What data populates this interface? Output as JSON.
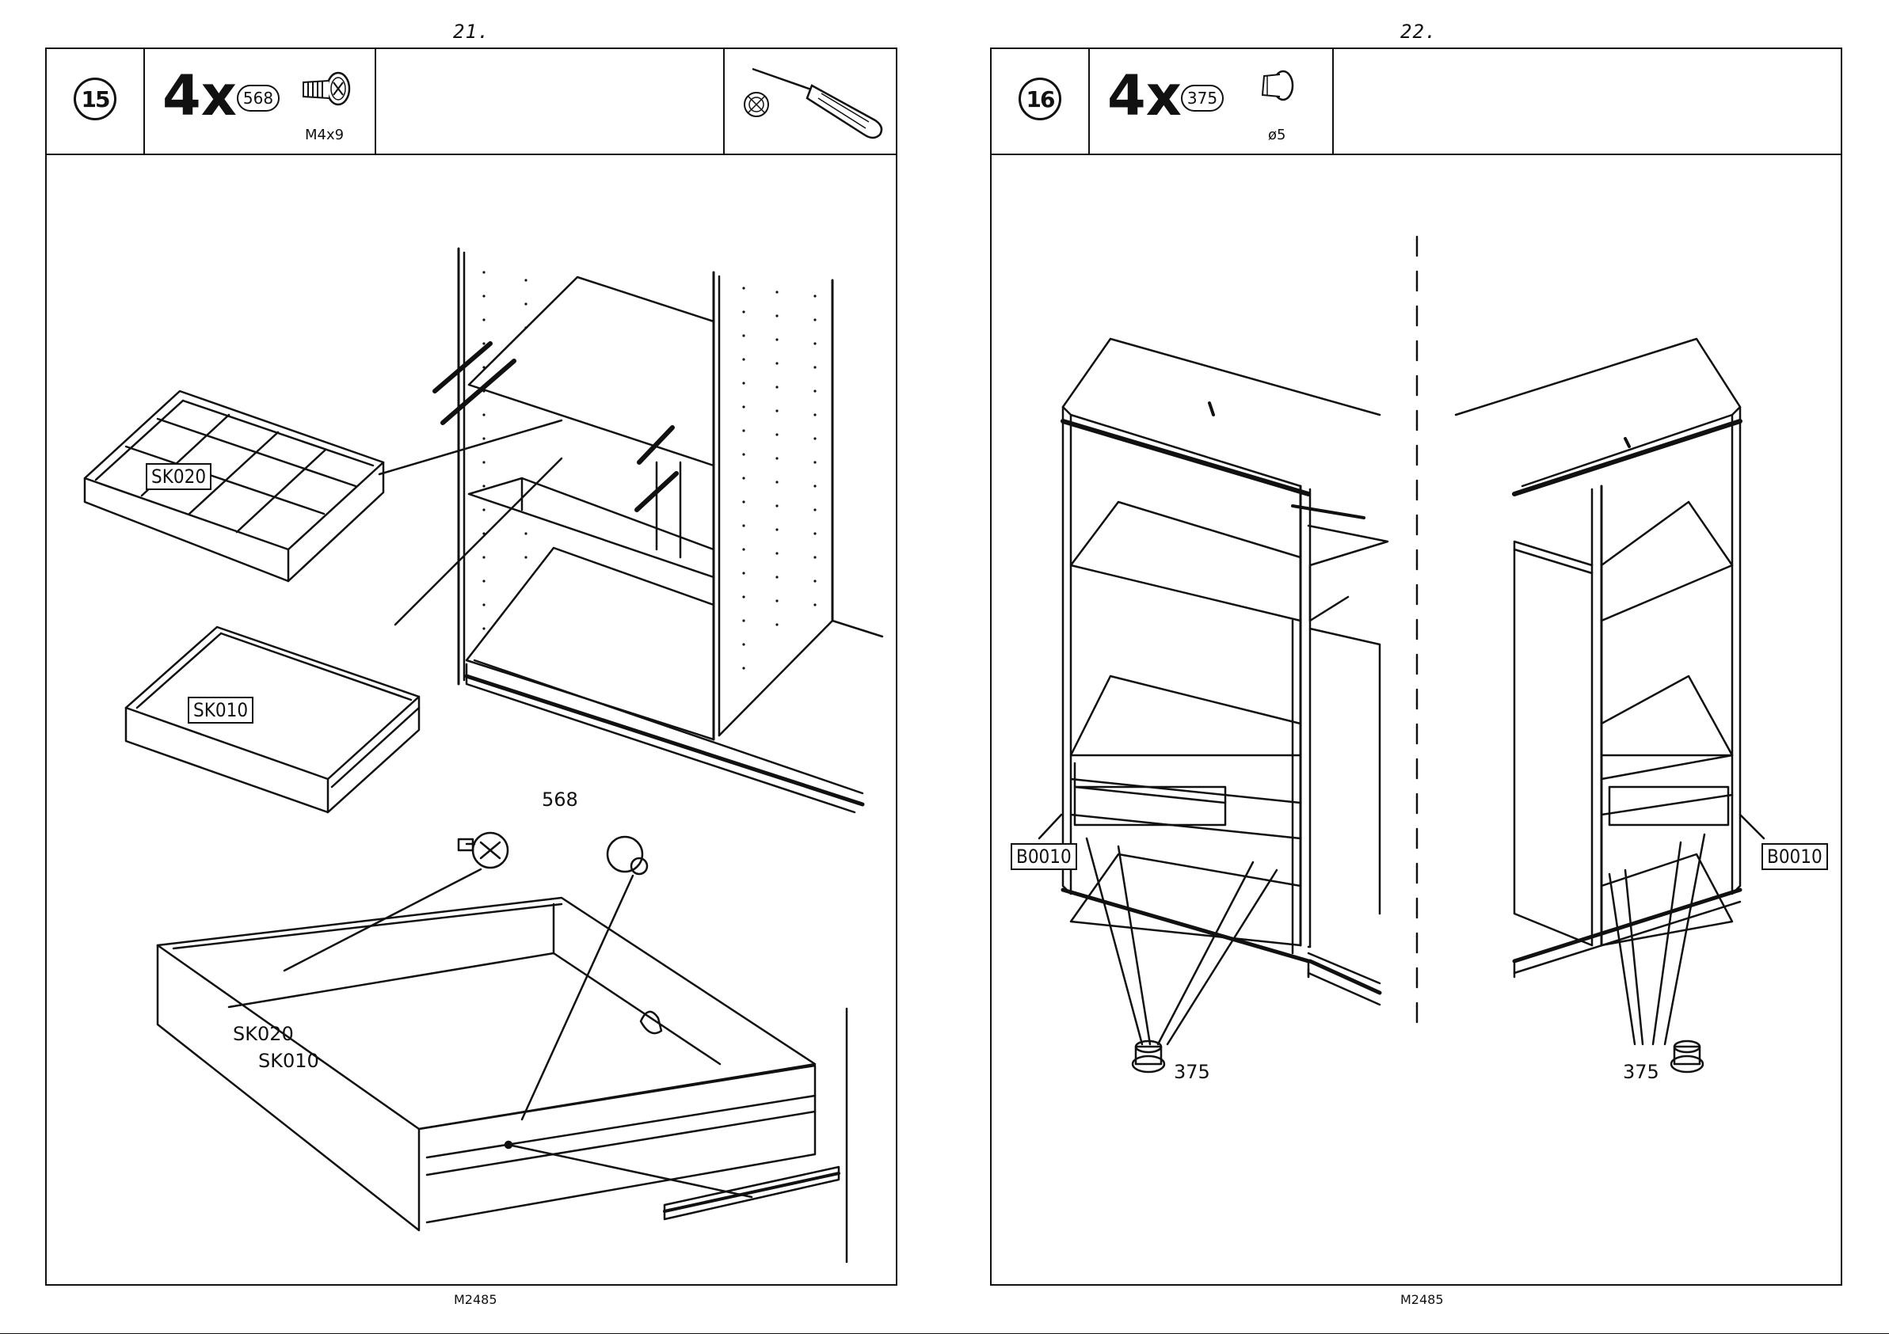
{
  "left_page": {
    "page_number": "21.",
    "step": "15",
    "quantity": "4x",
    "part_number": "568",
    "part_spec": "M4x9",
    "tool": "screwdriver-icon",
    "labels": {
      "drawer_upper": "SK020",
      "drawer_lower": "SK010",
      "screw_callout": "568",
      "drawer_side_1": "SK020",
      "drawer_side_2": "SK010"
    },
    "doc_code": "M2485"
  },
  "right_page": {
    "page_number": "22.",
    "step": "16",
    "quantity": "4x",
    "part_number": "375",
    "part_spec": "ø5",
    "labels": {
      "panel_left": "B0010",
      "panel_right": "B0010",
      "peg_left": "375",
      "peg_right": "375"
    },
    "doc_code": "M2485"
  }
}
